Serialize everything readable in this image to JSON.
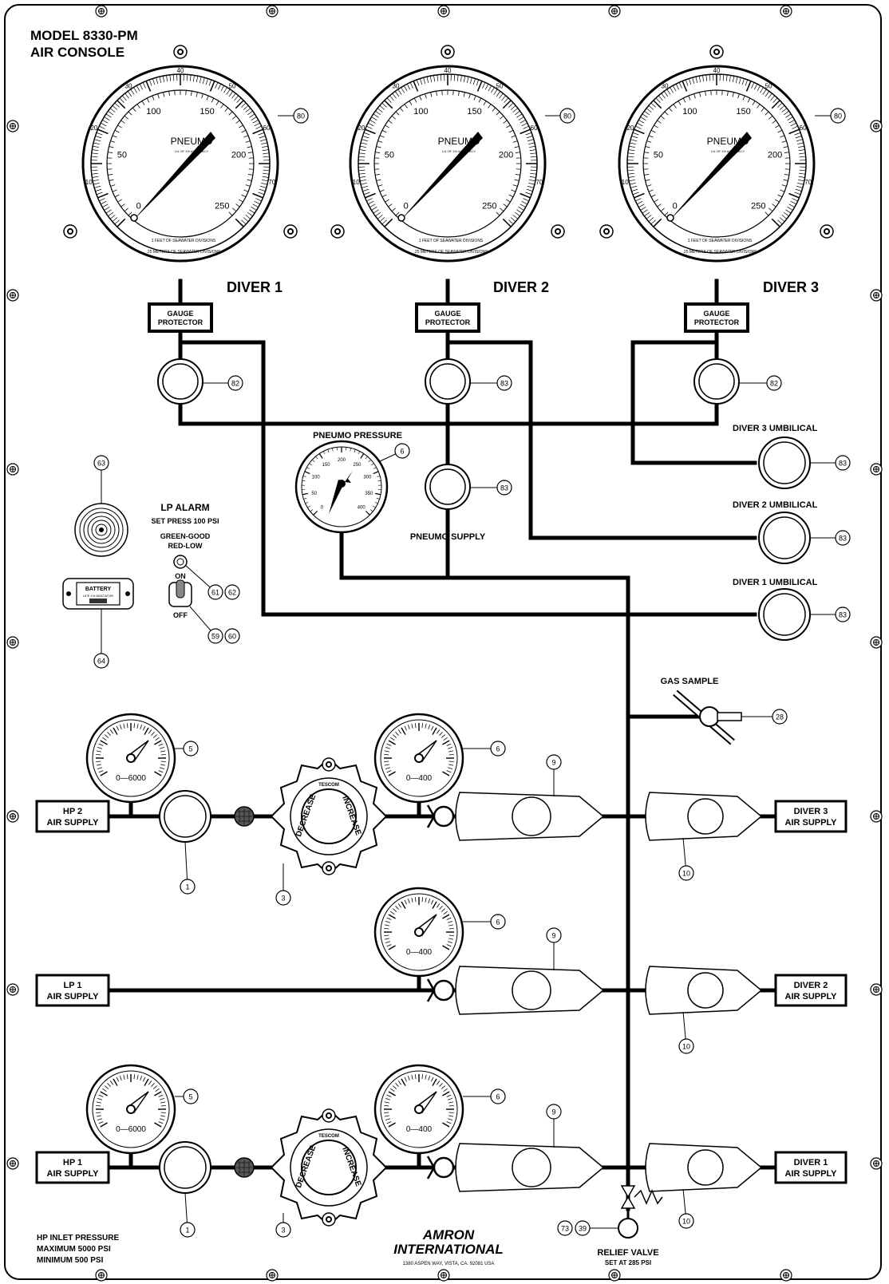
{
  "title": {
    "line1": "MODEL 8330-PM",
    "line2": "AIR CONSOLE"
  },
  "divers": [
    {
      "label": "DIVER 1",
      "callout": "80",
      "valve_callout": "82"
    },
    {
      "label": "DIVER 2",
      "callout": "80",
      "valve_callout": "83"
    },
    {
      "label": "DIVER 3",
      "callout": "80",
      "valve_callout": "82"
    }
  ],
  "gauge_face": {
    "brand": "PNEUMO",
    "sub": "1/4 OF 1% ACCURACY",
    "psi_ticks": [
      "0",
      "50",
      "100",
      "150",
      "200",
      "250"
    ],
    "fsw_ticks": [
      "10",
      "20",
      "30",
      "40",
      "50",
      "60",
      "70"
    ],
    "arc_inner": "1 FEET OF SEAWATER DIVISIONS",
    "arc_outer": ".25 METERS OF SEAWATER DIVISIONS"
  },
  "gauge_protector": {
    "line1": "GAUGE",
    "line2": "PROTECTOR"
  },
  "pneumo_pressure": {
    "label": "PNEUMO PRESSURE",
    "callout": "6",
    "ticks": [
      "0",
      "50",
      "100",
      "150",
      "200",
      "250",
      "300",
      "350",
      "400"
    ]
  },
  "pneumo_supply": {
    "label": "PNEUMO SUPPLY",
    "callout": "83"
  },
  "umbilicals": [
    {
      "label": "DIVER 3  UMBILICAL",
      "callout": "83"
    },
    {
      "label": "DIVER 2  UMBILICAL",
      "callout": "83"
    },
    {
      "label": "DIVER 1  UMBILICAL",
      "callout": "83"
    }
  ],
  "lp_alarm": {
    "title": "LP ALARM",
    "set": "SET PRESS 100 PSI",
    "legend1": "GREEN-GOOD",
    "legend2": "RED-LOW",
    "on": "ON",
    "off": "OFF",
    "speaker_callout": "63",
    "light_callouts": [
      "61",
      "62"
    ],
    "switch_callouts": [
      "59",
      "60"
    ],
    "battery_label": "BATTERY",
    "battery_sub": "LIFE 1% INDICATOR",
    "battery_callout": "64"
  },
  "gas_sample": {
    "label": "GAS SAMPLE",
    "callout": "28"
  },
  "supplies": [
    {
      "line1": "HP 2",
      "line2": "AIR SUPPLY"
    },
    {
      "line1": "LP 1",
      "line2": "AIR SUPPLY"
    },
    {
      "line1": "HP 1",
      "line2": "AIR SUPPLY"
    }
  ],
  "outputs": [
    {
      "line1": "DIVER 3",
      "line2": "AIR SUPPLY"
    },
    {
      "line1": "DIVER 2",
      "line2": "AIR SUPPLY"
    },
    {
      "line1": "DIVER 1",
      "line2": "AIR SUPPLY"
    }
  ],
  "small_gauges": {
    "hp_range": "0—6000",
    "lp_range": "0—400"
  },
  "regulator": {
    "decrease": "DECREASE",
    "increase": "INCREASE",
    "brand": "TESCOM"
  },
  "callouts": {
    "hp_gauge": "5",
    "lp_gauge": "6",
    "filter": "1",
    "regulator": "3",
    "valve": "9",
    "flowmeter": "10"
  },
  "relief_valve": {
    "label": "RELIEF VALVE",
    "set": "SET AT 285 PSI",
    "callouts": [
      "73",
      "39"
    ]
  },
  "hp_inlet": {
    "line1": "HP INLET PRESSURE",
    "line2": "MAXIMUM 5000 PSI",
    "line3": "MINIMUM 500 PSI"
  },
  "company": {
    "line1": "AMRON",
    "line2": "INTERNATIONAL",
    "address": "1380 ASPEN WAY, VISTA, CA. 92081  USA"
  }
}
